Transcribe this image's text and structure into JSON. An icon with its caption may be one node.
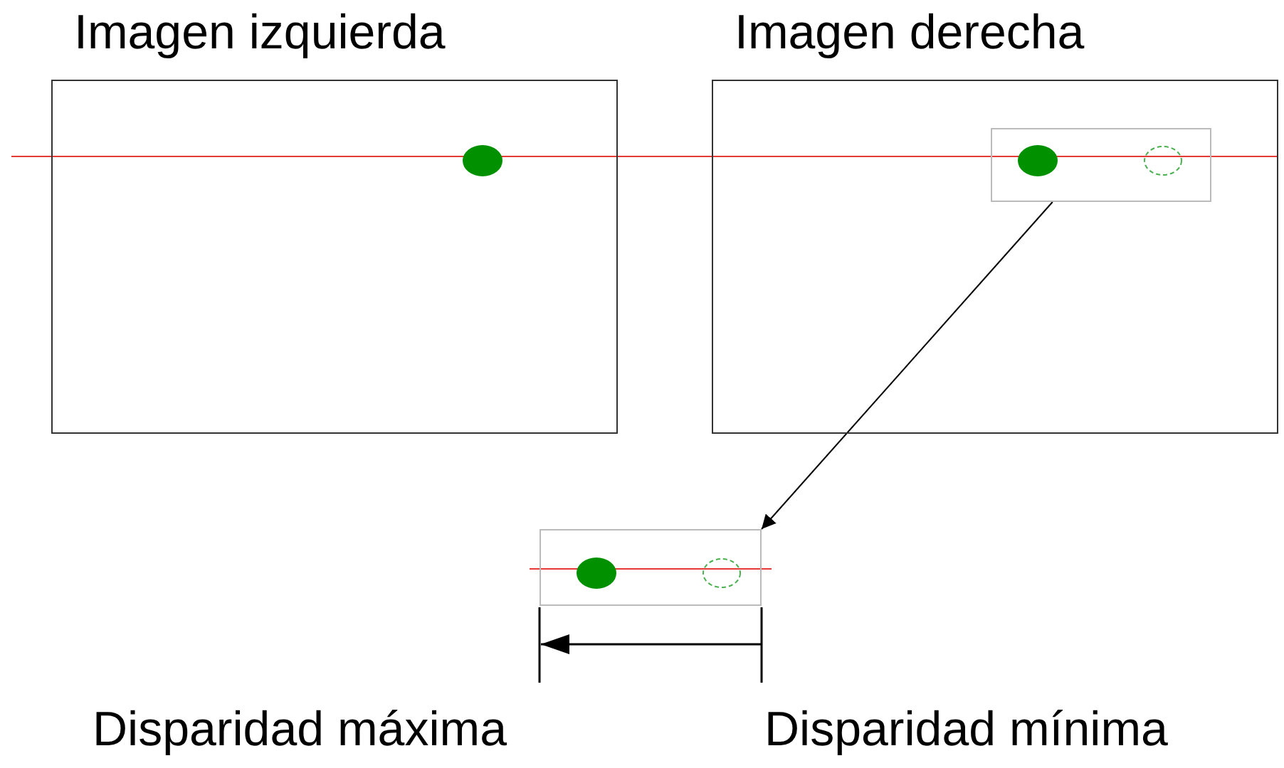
{
  "diagram": {
    "nodes": [
      {
        "text": [
          "Imagen izquierda"
        ]
      },
      {
        "text": [
          "Imagen derecha"
        ]
      },
      {
        "text": [],
        "shape": "box",
        "in": 1
      },
      {
        "text": [],
        "shape": "box"
      }
    ],
    "edges": [
      {
        "from": 2,
        "to": 3,
        "arrow": "to"
      }
    ],
    "labels": [
      "Disparidad máxima",
      "Disparidad mínima"
    ]
  }
}
